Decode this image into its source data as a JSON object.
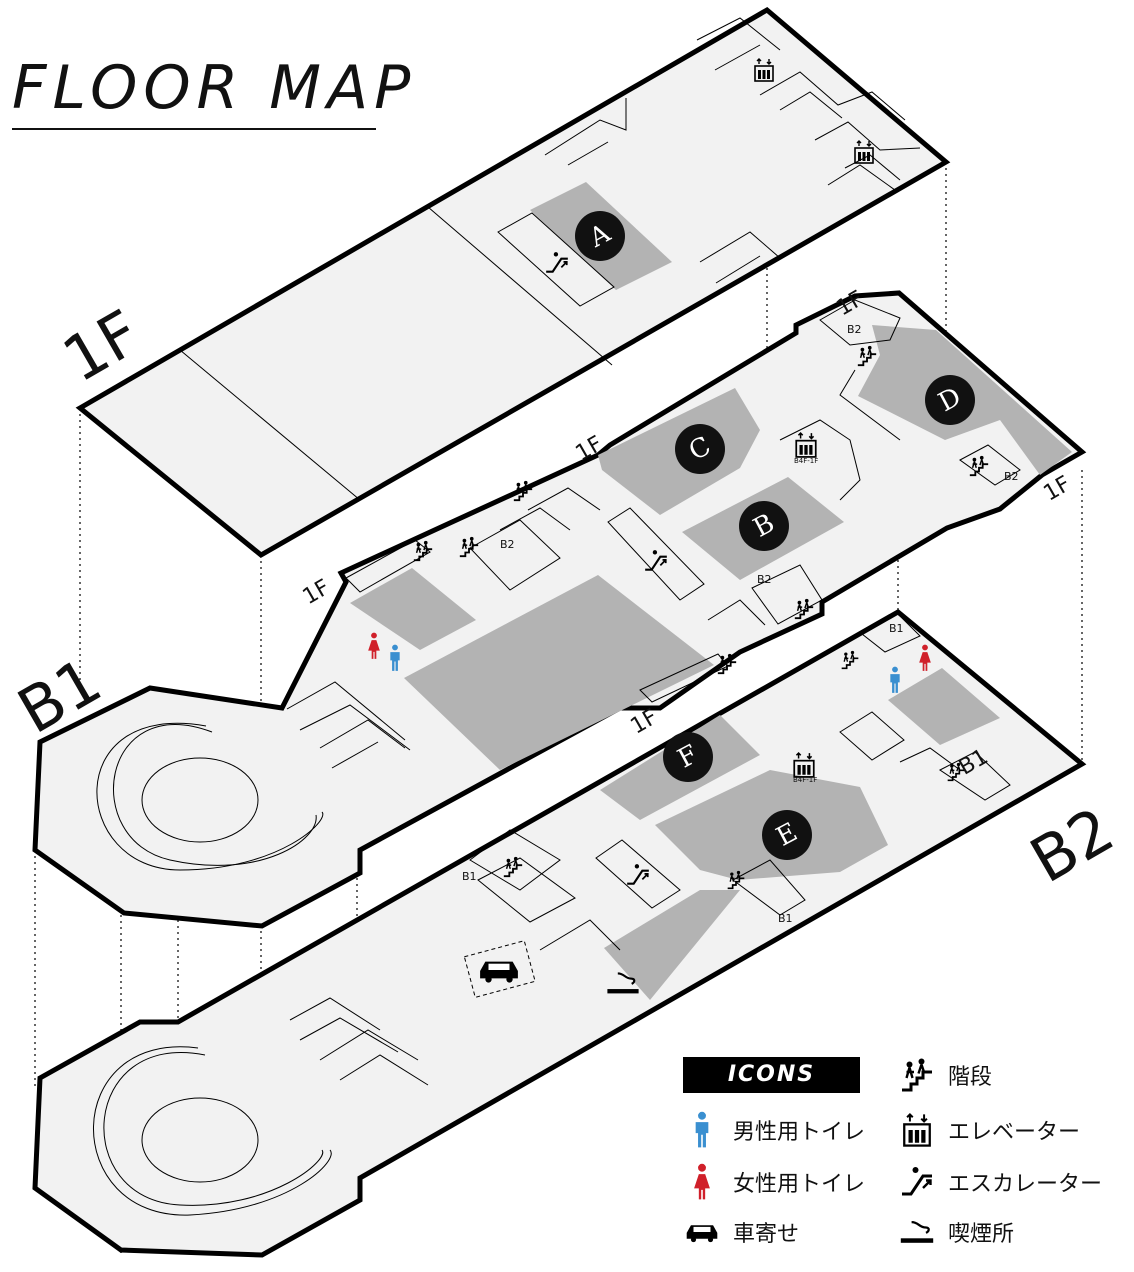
{
  "title": "FLOOR MAP",
  "floors": {
    "f1": "1F",
    "b1": "B1",
    "b2": "B2"
  },
  "zones": {
    "a": "A",
    "b": "B",
    "c": "C",
    "d": "D",
    "e": "E",
    "f": "F"
  },
  "stair_tags": {
    "to_1f": "1F",
    "to_b2": "B2",
    "to_b1": "B1"
  },
  "elevator_tag": "B4F-1F",
  "legend": {
    "header": "ICONS",
    "items": [
      {
        "icon": "male-toilet-icon",
        "label": "男性用トイレ"
      },
      {
        "icon": "female-toilet-icon",
        "label": "女性用トイレ"
      },
      {
        "icon": "car-icon",
        "label": "車寄せ"
      },
      {
        "icon": "stairs-icon",
        "label": "階段"
      },
      {
        "icon": "elevator-icon",
        "label": "エレベーター"
      },
      {
        "icon": "escalator-icon",
        "label": "エスカレーター"
      },
      {
        "icon": "smoking-icon",
        "label": "喫煙所"
      }
    ]
  },
  "colors": {
    "floor_fill": "#f2f2f2",
    "zone_fill": "#b3b3b3",
    "outline": "#000000",
    "male": "#3a8fd0",
    "female": "#d0202a"
  }
}
